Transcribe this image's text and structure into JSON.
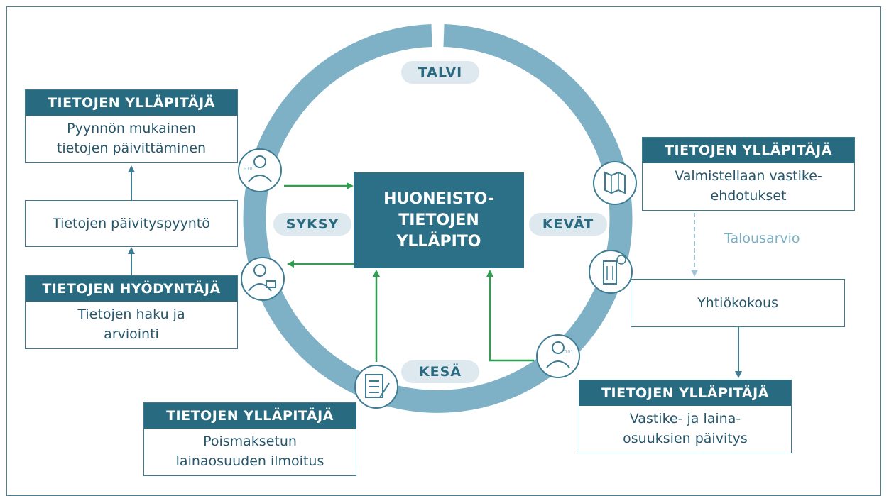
{
  "center": {
    "line1": "HUONEISTO-",
    "line2": "TIETOJEN",
    "line3": "YLLÄPITO"
  },
  "seasons": {
    "talvi": "TALVI",
    "kevat": "KEVÄT",
    "kesa": "KESÄ",
    "syksy": "SYKSY"
  },
  "boxes": {
    "top_left": {
      "header": "TIETOJEN YLLÄPITÄJÄ",
      "line1": "Pyynnön mukainen",
      "line2": "tietojen päivittäminen"
    },
    "update_request": {
      "text": "Tietojen päivityspyyntö"
    },
    "user": {
      "header": "TIETOJEN HYÖDYNTÄJÄ",
      "line1": "Tietojen haku ja",
      "line2": "arviointi"
    },
    "bottom_center": {
      "header": "TIETOJEN YLLÄPITÄJÄ",
      "line1": "Poismaksetun",
      "line2": "lainaosuuden ilmoitus"
    },
    "right_top": {
      "header": "TIETOJEN YLLÄPITÄJÄ",
      "line1": "Valmistellaan vastike-",
      "line2": "ehdotukset"
    },
    "meeting": {
      "text": "Yhtiökokous"
    },
    "right_bottom": {
      "header": "TIETOJEN YLLÄPITÄJÄ",
      "line1": "Vastike- ja laina-",
      "line2": "osuuksien päivitys"
    }
  },
  "budget_label": "Talousarvio",
  "icons": [
    "person-data-icon",
    "person-briefcase-icon",
    "checklist-icon",
    "map-icon",
    "building-icon",
    "person-data-icon"
  ],
  "colors": {
    "ring": "#7fb1c6",
    "primary": "#2b7087",
    "arrow_green": "#2e9e4f",
    "arrow_blue": "#3d7c93",
    "pill": "#dde9ef"
  }
}
